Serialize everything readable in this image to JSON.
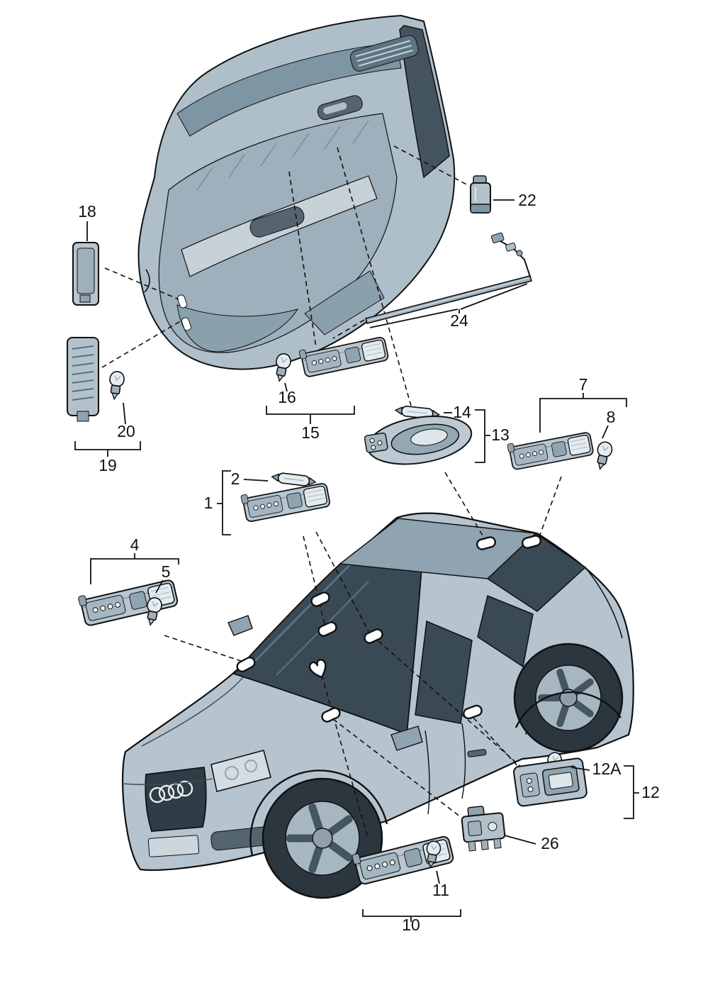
{
  "diagram": {
    "kind": "exploded-parts-diagram",
    "subject": "car-interior-lights-door-and-body"
  },
  "labels": {
    "n1": "1",
    "n2": "2",
    "n4": "4",
    "n5": "5",
    "n7": "7",
    "n8": "8",
    "n10": "10",
    "n11": "11",
    "n12": "12",
    "n12a": "12A",
    "n13": "13",
    "n14": "14",
    "n15": "15",
    "n16": "16",
    "n18": "18",
    "n19": "19",
    "n20": "20",
    "n22": "22",
    "n24": "24",
    "n26": "26"
  },
  "colors": {
    "background": "#ffffff",
    "outline": "#111111",
    "body_light": "#b6c4cf",
    "body_mid": "#9db0bc",
    "body_dark": "#54656f",
    "glass": "#394a55",
    "detail_light": "#e4ebef"
  }
}
